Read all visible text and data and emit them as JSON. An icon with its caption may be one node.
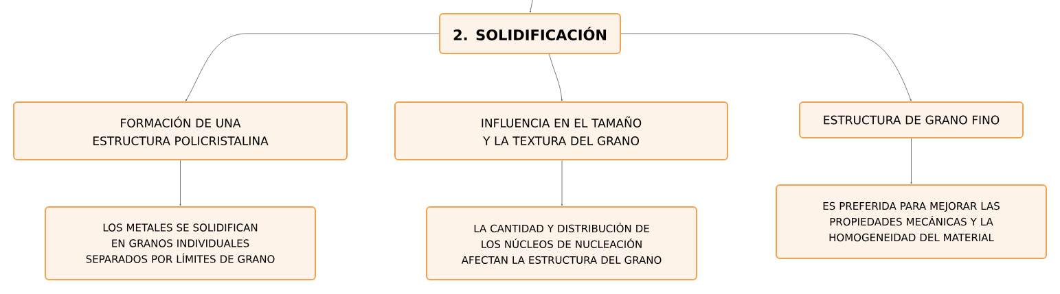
{
  "diagram": {
    "nodes": [
      {
        "text": [
          "2. SOLIDIFICACIÓN"
        ]
      },
      {
        "text": [
          "FORMACIÓN DE UNA ESTRUCTURA POLICRISTALINA"
        ]
      },
      {
        "text": [
          "INFLUENCIA EN EL TAMAÑO Y LA TEXTURA DEL GRANO"
        ]
      },
      {
        "text": [
          "ESTRUCTURA DE GRANO FINO"
        ]
      },
      {
        "text": [
          "LOS METALES SE SOLIDIFICAN EN GRANOS INDIVIDUALES SEPARADOS POR LÍMITES DE GRANO"
        ]
      },
      {
        "text": [
          "LA CANTIDAD Y DISTRIBUCIÓN DE LOS NÚCLEOS DE NUCLEACIÓN AFECTAN LA ESTRUCTURA DEL GRANO"
        ]
      },
      {
        "text": [
          "ES PREFERIDA PARA MEJORAR LAS PROPIEDADES MECÁNICAS Y LA HOMOGENEIDAD DEL MATERIAL"
        ]
      }
    ],
    "edges": [
      {
        "from": null,
        "to": 0,
        "arrow": "to"
      },
      {
        "from": 0,
        "to": 1,
        "arrow": "to"
      },
      {
        "from": 0,
        "to": 2,
        "arrow": "to"
      },
      {
        "from": 0,
        "to": 3,
        "arrow": "to"
      },
      {
        "from": 1,
        "to": 4,
        "arrow": "to"
      },
      {
        "from": 2,
        "to": 5,
        "arrow": "to"
      },
      {
        "from": 3,
        "to": 6,
        "arrow": "to"
      }
    ]
  }
}
